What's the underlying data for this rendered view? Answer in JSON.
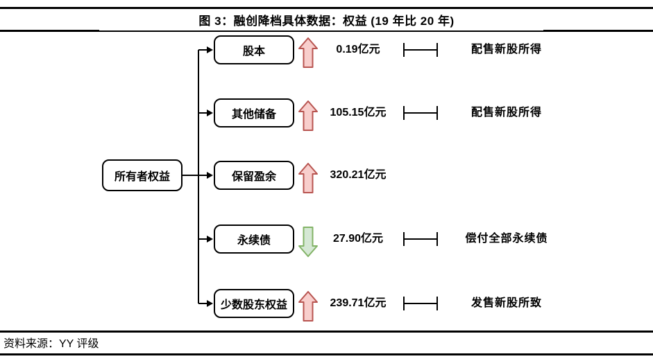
{
  "title": "图 3：融创降档具体数据：权益 (19 年比 20 年)",
  "source": "资料来源：YY 评级",
  "parent": {
    "label": "所有者权益"
  },
  "rows": [
    {
      "label": "股本",
      "direction": "up",
      "value": "0.19亿元",
      "note": "配售新股所得"
    },
    {
      "label": "其他储备",
      "direction": "up",
      "value": "105.15亿元",
      "note": "配售新股所得"
    },
    {
      "label": "保留盈余",
      "direction": "up",
      "value": "320.21亿元",
      "note": ""
    },
    {
      "label": "永续债",
      "direction": "down",
      "value": "27.90亿元",
      "note": "偿付全部永续债"
    },
    {
      "label": "少数股东权益",
      "direction": "up",
      "value": "239.71亿元",
      "note": "发售新股所致"
    }
  ],
  "colors": {
    "increase_fill": "#f8cecc",
    "increase_stroke": "#b85450",
    "decrease_fill": "#d5e8d4",
    "decrease_stroke": "#82b366",
    "line": "#000000"
  }
}
